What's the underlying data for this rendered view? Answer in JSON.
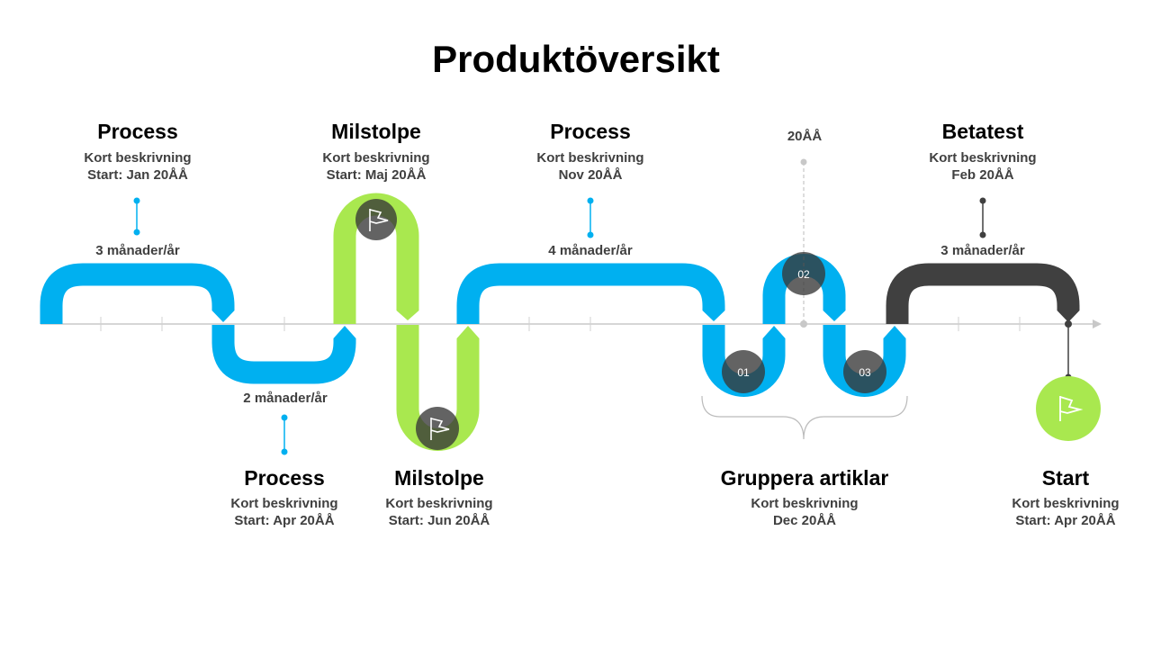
{
  "title": "Produktöversikt",
  "colors": {
    "blue": "#00b0f0",
    "green": "#a9e84f",
    "dark": "#404040",
    "axis": "#c8c8c8"
  },
  "milestones": [
    {
      "heading": "Process",
      "desc": "Kort beskrivning",
      "date": "Start: Jan 20ÅÅ",
      "duration": "3 månader/år"
    },
    {
      "heading": "Process",
      "desc": "Kort beskrivning",
      "date": "Start: Apr 20ÅÅ",
      "duration": "2 månader/år"
    },
    {
      "heading": "Milstolpe",
      "desc": "Kort beskrivning",
      "date": "Start: Maj 20ÅÅ",
      "icon": "flag-icon"
    },
    {
      "heading": "Milstolpe",
      "desc": "Kort beskrivning",
      "date": "Start: Jun 20ÅÅ",
      "icon": "flag-icon"
    },
    {
      "heading": "Process",
      "desc": "Kort beskrivning",
      "date": "Nov 20ÅÅ",
      "duration": "4 månader/år"
    },
    {
      "heading": "Gruppera artiklar",
      "desc": "Kort beskrivning",
      "date": "Dec 20ÅÅ",
      "year": "20ÅÅ",
      "items": [
        "01",
        "02",
        "03"
      ]
    },
    {
      "heading": "Betatest",
      "desc": "Kort beskrivning",
      "date": "Feb 20ÅÅ",
      "duration": "3 månader/år"
    },
    {
      "heading": "Start",
      "desc": "Kort beskrivning",
      "date": "Start: Apr 20ÅÅ",
      "icon": "flag-icon"
    }
  ]
}
